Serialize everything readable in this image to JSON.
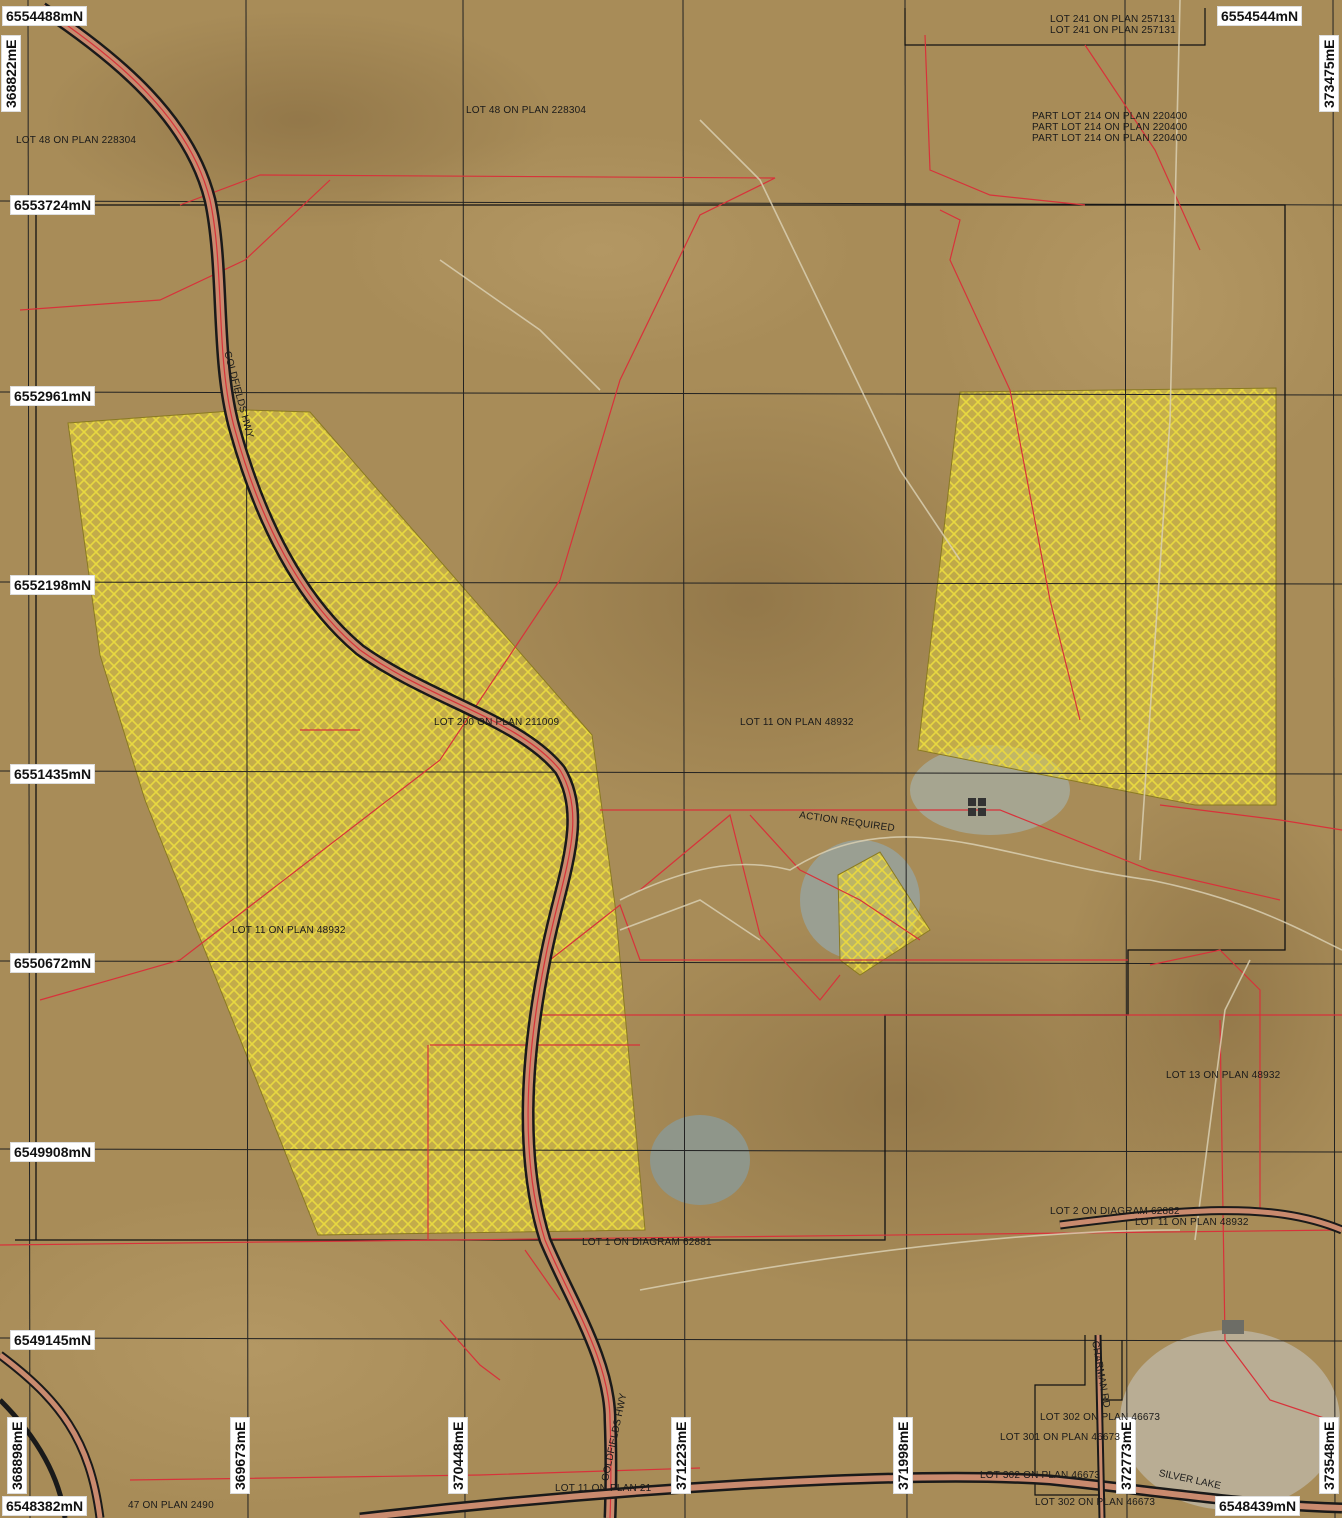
{
  "northings": {
    "top_left": "6554488mN",
    "top_right": "6554544mN",
    "bottom_left": "6548382mN",
    "bottom_right": "6548439mN",
    "grid": [
      "6553724mN",
      "6552961mN",
      "6552198mN",
      "6551435mN",
      "6550672mN",
      "6549908mN",
      "6549145mN"
    ]
  },
  "eastings": {
    "top_left": "368822mE",
    "top_right": "373475mE",
    "bottom": [
      "368898mE",
      "369673mE",
      "370448mE",
      "371223mE",
      "371998mE",
      "372773mE",
      "373548mE"
    ]
  },
  "lots": {
    "lot241_a": "LOT 241 ON PLAN 257131",
    "lot241_b": "LOT 241 ON PLAN 257131",
    "lot48_top": "LOT 48 ON PLAN 228304",
    "lot48_left": "LOT 48 ON PLAN 228304",
    "lot214_a": "PART LOT 214 ON PLAN 220400",
    "lot214_b": "PART LOT 214 ON PLAN 220400",
    "lot214_c": "PART LOT 214 ON PLAN 220400",
    "lot200": "LOT 200 ON PLAN 211009",
    "lot11_mid": "LOT 11 ON PLAN 48932",
    "lot11_left": "LOT 11 ON PLAN 48932",
    "action": "ACTION REQUIRED",
    "lot13": "LOT 13 ON PLAN 48932",
    "lot2_diagram": "LOT 2 ON DIAGRAM 62882",
    "lot11_right": "LOT 11 ON PLAN 48932",
    "lot1_diagram": "LOT 1 ON DIAGRAM 62881",
    "lot302_a": "LOT 302 ON PLAN 46673",
    "lot301": "LOT 301 ON PLAN 46673",
    "lot302_b": "LOT 302 ON PLAN 46673",
    "lot302_c": "LOT 302 ON PLAN 46673",
    "lot11_bottom": "LOT 11 ON PLAN 21",
    "lot_bottom_left": "47 ON PLAN 2490"
  },
  "roads": {
    "goldfields_north": "GOLDFIELDS HWY",
    "goldfields_south": "GOLDFIELDS HWY",
    "silver_lake": "SILVER LAKE",
    "side_rd": "CHARMAN RD"
  },
  "colors": {
    "terrain": "#a88c58",
    "grid": "#222222",
    "cadastre": "#d8323a",
    "hatch": "#e8d840"
  }
}
